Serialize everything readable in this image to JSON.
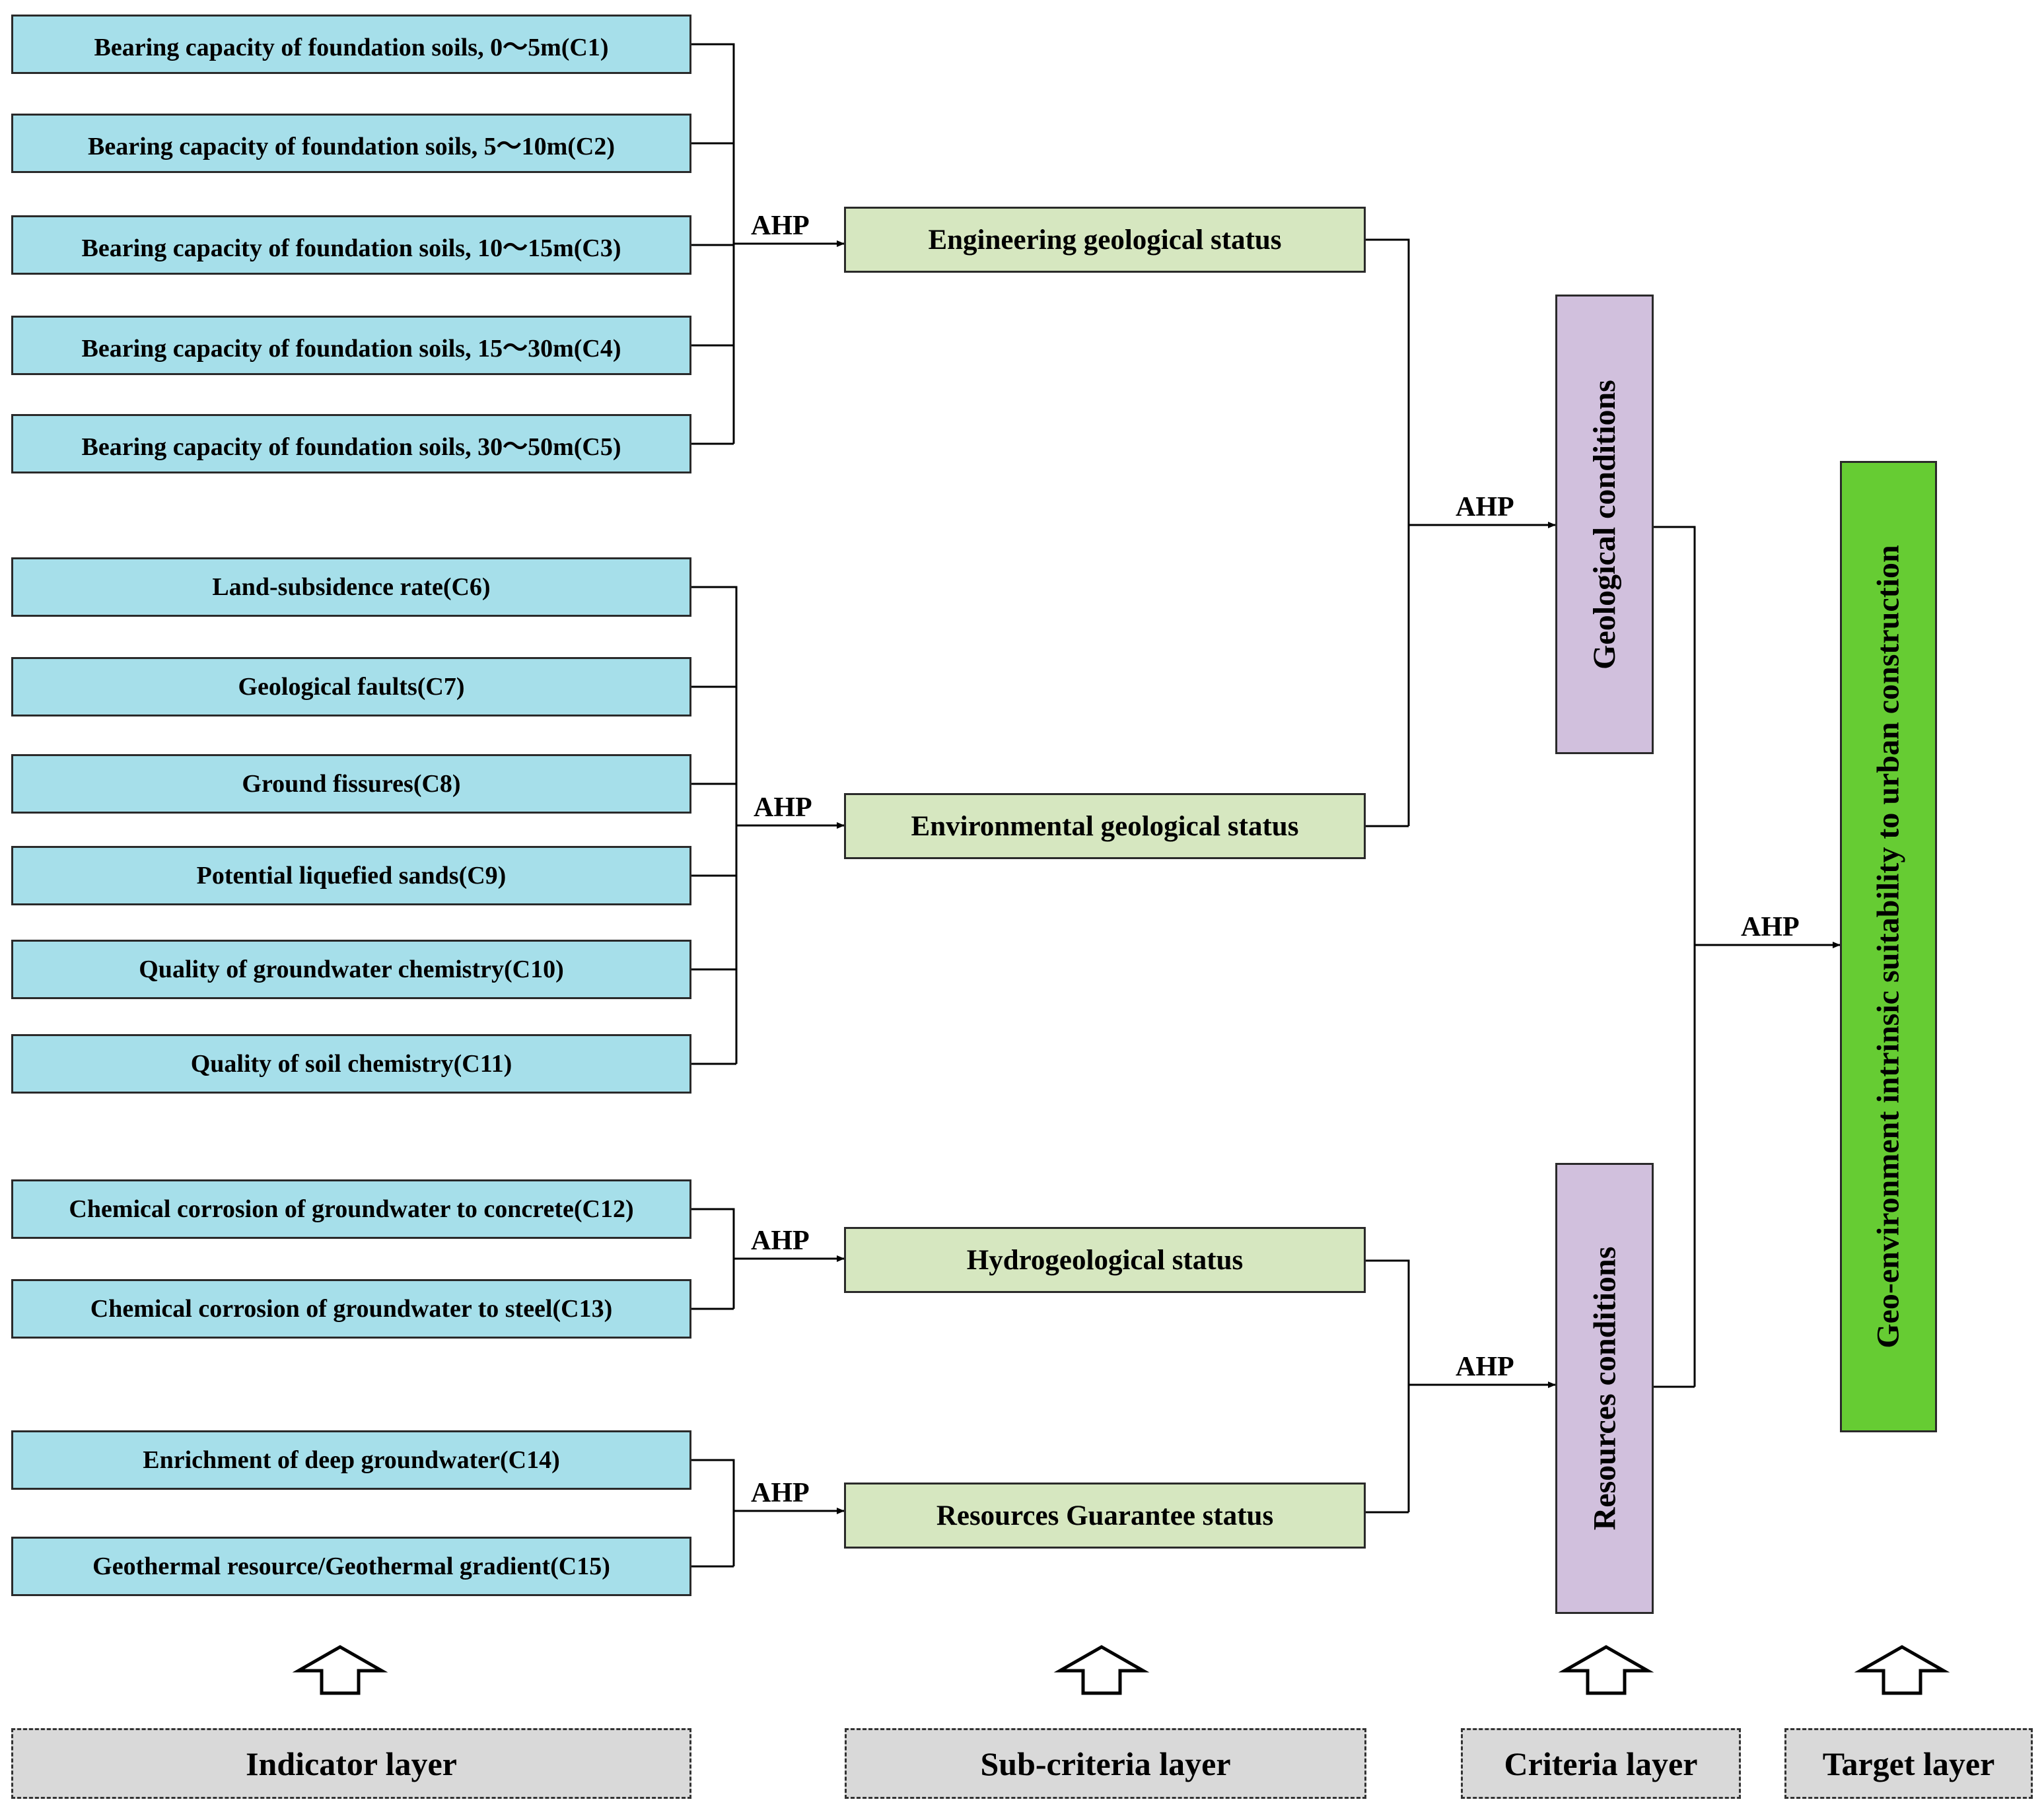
{
  "indicators": [
    "Bearing capacity of foundation soils, 0～5m(C1)",
    "Bearing capacity of foundation soils, 5～10m(C2)",
    "Bearing capacity of foundation soils, 10～15m(C3)",
    "Bearing capacity of foundation soils, 15～30m(C4)",
    "Bearing capacity of foundation soils, 30～50m(C5)",
    "Land-subsidence rate(C6)",
    "Geological faults(C7)",
    "Ground fissures(C8)",
    "Potential liquefied sands(C9)",
    "Quality of groundwater chemistry(C10)",
    "Quality of soil chemistry(C11)",
    "Chemical corrosion of groundwater to concrete(C12)",
    "Chemical corrosion of groundwater to steel(C13)",
    "Enrichment of deep groundwater(C14)",
    "Geothermal resource/Geothermal gradient(C15)"
  ],
  "sub_criteria": [
    "Engineering geological status",
    "Environmental geological status",
    "Hydrogeological status",
    "Resources Guarantee status"
  ],
  "criteria": [
    "Geological conditions",
    "Resources conditions"
  ],
  "target": "Geo-environment intrinsic suitability to urban construction",
  "method_label": "AHP",
  "layers": [
    "Indicator layer",
    "Sub-criteria layer",
    "Criteria layer",
    "Target layer"
  ],
  "colors": {
    "indicator": "#a6dfea",
    "sub_criteria": "#d6e7c0",
    "criteria": "#d1c0dd",
    "target": "#66cc33",
    "layer": "#d9d9d9"
  }
}
